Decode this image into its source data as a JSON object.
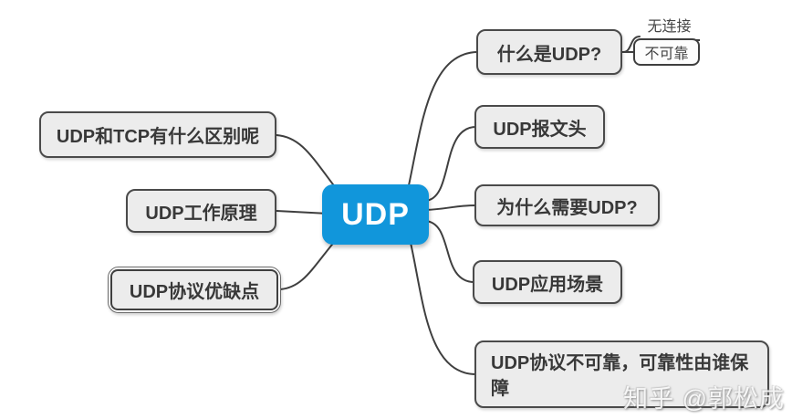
{
  "diagram": {
    "type": "mindmap",
    "title_topic": "UDP",
    "colors": {
      "center_bg": "#1196db",
      "center_text": "#ffffff",
      "node_bg": "#ececec",
      "node_border": "#4a4a4a",
      "node_text": "#383838",
      "connector_line": "#3f3f3f",
      "background": "#ffffff"
    },
    "center": {
      "label": "UDP"
    },
    "left_branches": [
      {
        "label": "UDP和TCP有什么区别呢"
      },
      {
        "label": "UDP工作原理"
      },
      {
        "label": "UDP协议优缺点",
        "selected": true
      }
    ],
    "right_branches": [
      {
        "label": "什么是UDP?",
        "children": [
          {
            "label": "无连接",
            "style": "underline"
          },
          {
            "label": "不可靠",
            "style": "box"
          }
        ]
      },
      {
        "label": "UDP报文头"
      },
      {
        "label": "为什么需要UDP?"
      },
      {
        "label": "UDP应用场景"
      },
      {
        "label": "UDP协议不可靠，可靠性由谁保障"
      }
    ]
  },
  "watermark": {
    "text": "知乎 @郭松成"
  }
}
